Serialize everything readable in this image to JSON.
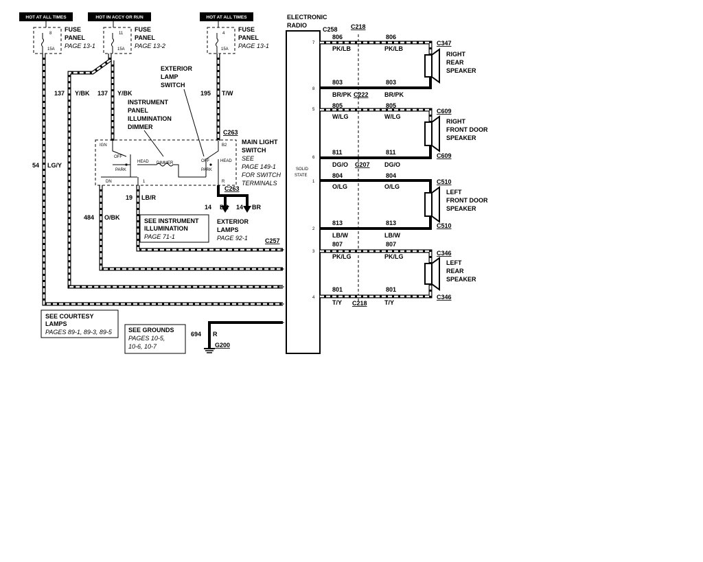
{
  "fuse_headers": [
    "HOT AT ALL TIMES",
    "HOT IN ACCY OR RUN",
    "HOT AT ALL TIMES"
  ],
  "fuses": [
    {
      "num": "8",
      "amp": "15A",
      "label1": "FUSE",
      "label2": "PANEL",
      "page": "PAGE 13-1"
    },
    {
      "num": "11",
      "amp": "15A",
      "label1": "FUSE",
      "label2": "PANEL",
      "page": "PAGE 13-2"
    },
    {
      "num": "4",
      "amp": "15A",
      "label1": "FUSE",
      "label2": "PANEL",
      "page": "PAGE 13-1"
    }
  ],
  "wires_left": {
    "w137a": "137",
    "w137a_color": "Y/BK",
    "w137b": "137",
    "w137b_color": "Y/BK",
    "w195": "195",
    "w195_color": "T/W",
    "w54": "54",
    "w54_color": "LG/Y",
    "w19": "19",
    "w19_color": "LB/R",
    "w484": "484",
    "w484_color": "O/BK",
    "w14a": "14",
    "w14a_color": "BR",
    "w14b": "14",
    "w14b_color": "BR",
    "w694": "694",
    "w694_color": "R"
  },
  "labels": {
    "ext_lamp_switch": [
      "EXTERIOR",
      "LAMP",
      "SWITCH"
    ],
    "ip_dimmer": [
      "INSTRUMENT",
      "PANEL",
      "ILLUMINATION",
      "DIMMER"
    ],
    "main_light": [
      "MAIN LIGHT",
      "SWITCH"
    ],
    "see_page": [
      "SEE",
      "PAGE 149-1",
      "FOR SWITCH",
      "TERMINALS"
    ],
    "c263_top": "C263",
    "c263_bot": "C263",
    "c257": "C257",
    "sw_ign": "IGN",
    "sw_b2": "B2",
    "sw_dn": "DN",
    "sw_1": "1",
    "sw_r": "R",
    "off1": "OFF",
    "park1": "PARK",
    "head1": "HEAD",
    "dimmer": "DIMMER",
    "off2": "OFF",
    "park2": "PARK",
    "head2": "HEAD",
    "see_illum": [
      "SEE INSTRUMENT",
      "ILLUMINATION"
    ],
    "see_illum_page": "PAGE 71-1",
    "ext_lamps": [
      "EXTERIOR",
      "LAMPS"
    ],
    "ext_lamps_page": "PAGE 92-1",
    "courtesy": [
      "SEE COURTESY",
      "LAMPS"
    ],
    "courtesy_page": "PAGES 89-1, 89-3, 89-5",
    "grounds": "SEE GROUNDS",
    "grounds_pages": [
      "PAGES 10-5,",
      "10-6, 10-7"
    ],
    "g200": "G200",
    "pin4": "4",
    "pin5": "5",
    "pin3": "3",
    "pin1": "1",
    "pin6": "6"
  },
  "radio": {
    "title": [
      "ELECTRONIC",
      "RADIO"
    ],
    "solid_state": [
      "SOLID",
      "STATE"
    ],
    "c258": "C258",
    "c218_top": "C218",
    "c222": "C222",
    "c207": "C207",
    "c218_bot": "C218",
    "pins": [
      "7",
      "8",
      "5",
      "6",
      "1",
      "2",
      "3",
      "4"
    ]
  },
  "speaker_wires": [
    {
      "num": "806",
      "color": "PK/LB"
    },
    {
      "num": "803",
      "color": "BR/PK"
    },
    {
      "num": "805",
      "color": "W/LG"
    },
    {
      "num": "811",
      "color": "DG/O"
    },
    {
      "num": "804",
      "color": "O/LG"
    },
    {
      "num": "813",
      "color": "LB/W"
    },
    {
      "num": "807",
      "color": "PK/LG"
    },
    {
      "num": "801",
      "color": "T/Y"
    }
  ],
  "speakers": [
    {
      "c1": "C347",
      "lines": [
        "RIGHT",
        "REAR",
        "SPEAKER"
      ]
    },
    {
      "c1": "C609",
      "c2": "C609",
      "lines": [
        "RIGHT",
        "FRONT DOOR",
        "SPEAKER"
      ]
    },
    {
      "c1": "C510",
      "c2": "C510",
      "lines": [
        "LEFT",
        "FRONT DOOR",
        "SPEAKER"
      ]
    },
    {
      "c1": "C346",
      "c2": "C346",
      "lines": [
        "LEFT",
        "REAR",
        "SPEAKER"
      ]
    }
  ]
}
